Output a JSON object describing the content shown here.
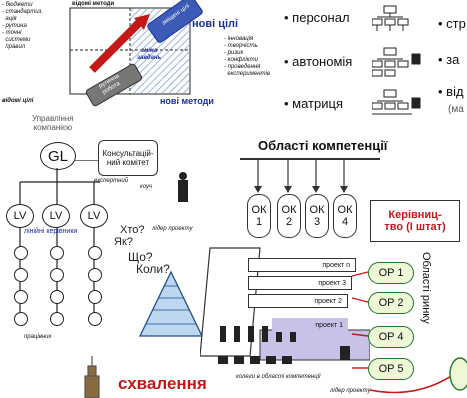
{
  "matrix": {
    "known_methods": "відомі методи",
    "known_methods_left": "- бюджети\n- стандартиз.\n  ація\n- рутина\n- точні\n  системи\n  правил",
    "known_goals": "відомі цілі",
    "shifted_goals": "зміщені цілі",
    "uncertainty": "зміна\nзавдань",
    "routine_work": "рутинна\nробота",
    "new_goals": "нові цілі",
    "new_methods": "нові методи",
    "innovations": "- інновація\n- творчість\n- ризик\n- конфлікти\n- проведення\n  експериментів"
  },
  "structures": {
    "items": [
      "персонал",
      "автономія",
      "матриця"
    ],
    "right_items": [
      "стр",
      "за",
      "від"
    ],
    "right_note": "(ма"
  },
  "org": {
    "mgmt_label": "Управління\nкомпанією",
    "gl": "GL",
    "committee": "Консультацій-\nний комітет",
    "expert": "експертний",
    "coach": "коуч",
    "lv": [
      "LV",
      "LV",
      "LV"
    ],
    "line_mgrs": "лінійні керівники",
    "who": "Хто?",
    "how": "Як?",
    "what": "Що?",
    "when": "Коли?",
    "project_leader": "лідер проекту",
    "workers": "працівник"
  },
  "competence": {
    "title": "Області компетенції",
    "ok": [
      "ОК\n1",
      "ОК\n2",
      "ОК\n3",
      "ОК\n4"
    ],
    "leadership": "Керівниц-\nтво (І штат)",
    "projects": [
      "проект n",
      "проект 3",
      "проект 2",
      "проект 1"
    ],
    "op": [
      "OP 1",
      "OP 2",
      "OP 4",
      "OP 5"
    ],
    "side": "Області ринку",
    "experts": "колеги в області компетенції",
    "project_leader": "лідер проекту"
  },
  "footer": {
    "approval": "схвалення"
  }
}
